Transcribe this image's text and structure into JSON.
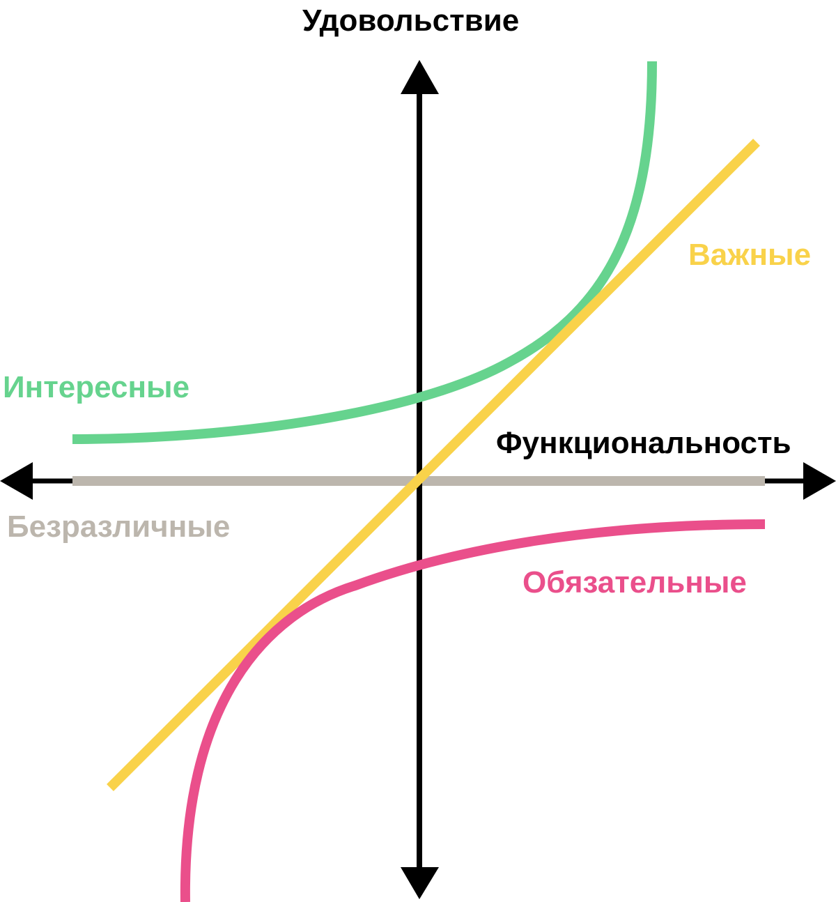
{
  "diagram": {
    "y_axis_label": "Удовольствие",
    "x_axis_label": "Функциональность",
    "curves": {
      "attractive": {
        "label": "Интересные",
        "color": "#66d38e"
      },
      "performance": {
        "label": "Важные",
        "color": "#f9d24a"
      },
      "indifferent": {
        "label": "Безразличные",
        "color": "#bcb6ad"
      },
      "must_be": {
        "label": "Обязательные",
        "color": "#ea4f8b"
      }
    },
    "axis_color": "#000000"
  }
}
